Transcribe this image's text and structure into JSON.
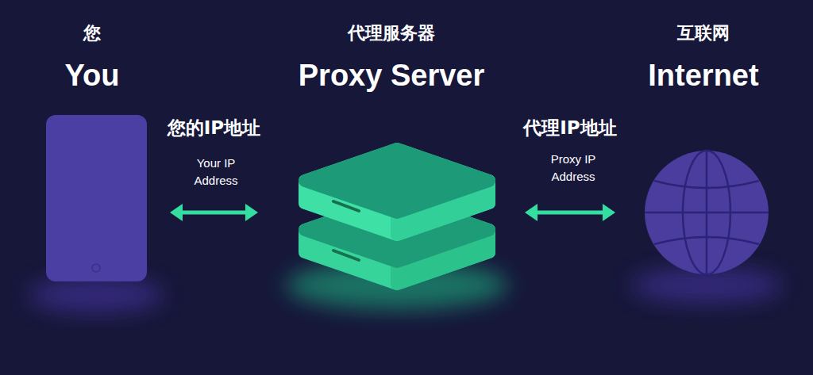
{
  "diagram": {
    "nodes": [
      {
        "text": [
          "您",
          "You"
        ]
      },
      {
        "text": [
          "代理服务器",
          "Proxy Server"
        ]
      },
      {
        "text": [
          "互联网",
          "Internet"
        ]
      }
    ],
    "edges": [
      {
        "from": 0,
        "to": 1,
        "arrow": "both",
        "label": "您的IP地址"
      },
      {
        "from": 1,
        "to": 2,
        "arrow": "both",
        "label": "代理IP地址"
      }
    ],
    "labels": [
      "Your IP Address",
      "Proxy IP Address"
    ]
  }
}
